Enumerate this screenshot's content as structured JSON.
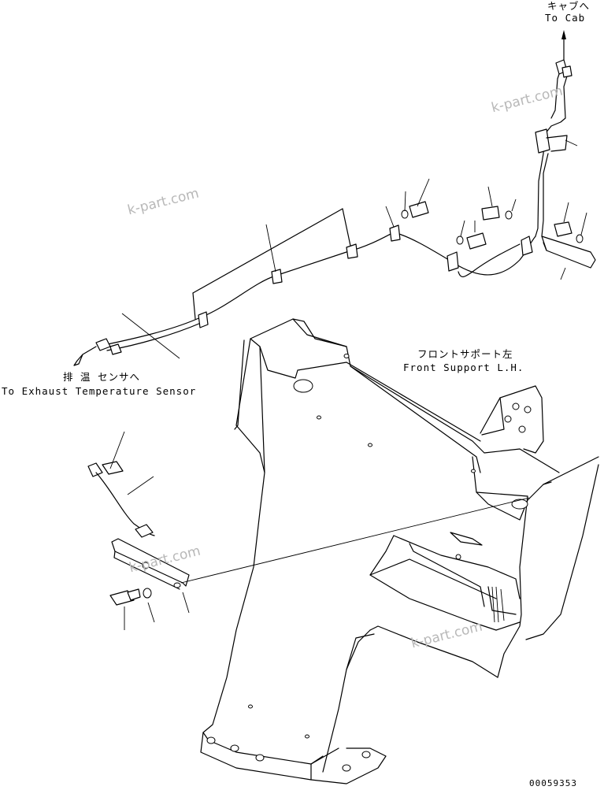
{
  "labels": {
    "to_cab_jp": "キャブへ",
    "to_cab_en": "To Cab",
    "front_support_jp": "フロントサポート左",
    "front_support_en": "Front Support L.H.",
    "exhaust_jp": "排 温 センサへ",
    "exhaust_en": "To Exhaust Temperature Sensor",
    "drawing_number": "00059353"
  },
  "watermarks": [
    "k-part.com",
    "k-part.com",
    "k-part.com",
    "k-part.com"
  ]
}
